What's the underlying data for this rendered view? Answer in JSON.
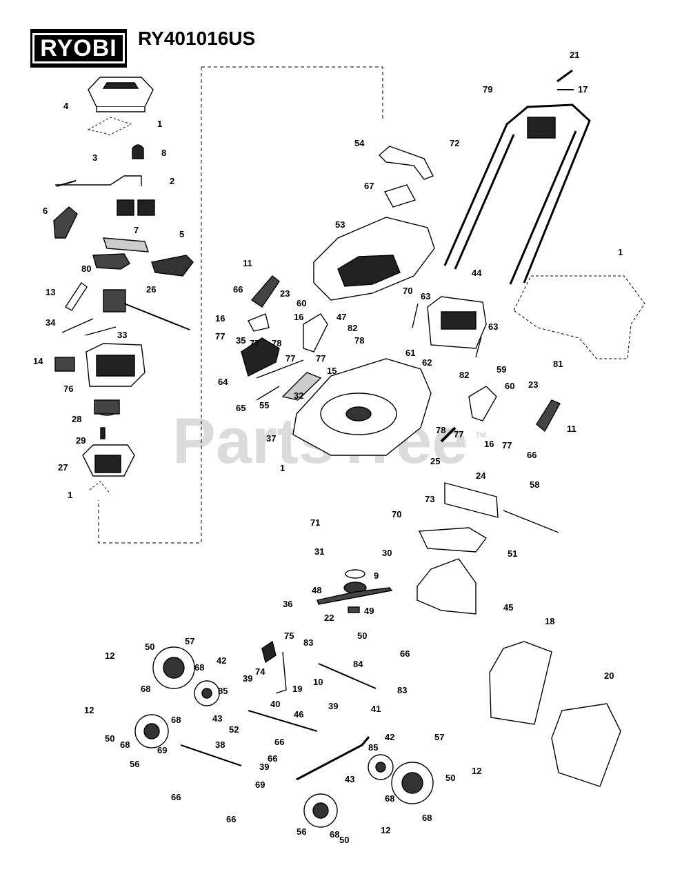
{
  "brand": "RYOBI",
  "model": "RY401016US",
  "watermark": "PartsTree",
  "watermark_mark": "TM",
  "callouts": [
    {
      "id": "c21",
      "label": "21"
    },
    {
      "id": "c17",
      "label": "17"
    },
    {
      "id": "c79",
      "label": "79"
    },
    {
      "id": "c4",
      "label": "4"
    },
    {
      "id": "c1a",
      "label": "1"
    },
    {
      "id": "c8",
      "label": "8"
    },
    {
      "id": "c3",
      "label": "3"
    },
    {
      "id": "c2",
      "label": "2"
    },
    {
      "id": "c54",
      "label": "54"
    },
    {
      "id": "c72",
      "label": "72"
    },
    {
      "id": "c67",
      "label": "67"
    },
    {
      "id": "c6",
      "label": "6"
    },
    {
      "id": "c7",
      "label": "7"
    },
    {
      "id": "c5",
      "label": "5"
    },
    {
      "id": "c80",
      "label": "80"
    },
    {
      "id": "c53",
      "label": "53"
    },
    {
      "id": "c11a",
      "label": "11"
    },
    {
      "id": "c66a",
      "label": "66"
    },
    {
      "id": "c23a",
      "label": "23"
    },
    {
      "id": "c60a",
      "label": "60"
    },
    {
      "id": "c70a",
      "label": "70"
    },
    {
      "id": "c63a",
      "label": "63"
    },
    {
      "id": "c44",
      "label": "44"
    },
    {
      "id": "c1b",
      "label": "1"
    },
    {
      "id": "c13",
      "label": "13"
    },
    {
      "id": "c26",
      "label": "26"
    },
    {
      "id": "c16a",
      "label": "16"
    },
    {
      "id": "c16b",
      "label": "16"
    },
    {
      "id": "c47",
      "label": "47"
    },
    {
      "id": "c82a",
      "label": "82"
    },
    {
      "id": "c77a",
      "label": "77"
    },
    {
      "id": "c35",
      "label": "35"
    },
    {
      "id": "c77b",
      "label": "77"
    },
    {
      "id": "c78a",
      "label": "78"
    },
    {
      "id": "c78b",
      "label": "78"
    },
    {
      "id": "c34",
      "label": "34"
    },
    {
      "id": "c33",
      "label": "33"
    },
    {
      "id": "c77c",
      "label": "77"
    },
    {
      "id": "c77d",
      "label": "77"
    },
    {
      "id": "c61",
      "label": "61"
    },
    {
      "id": "c62",
      "label": "62"
    },
    {
      "id": "c63b",
      "label": "63"
    },
    {
      "id": "c81",
      "label": "81"
    },
    {
      "id": "c14",
      "label": "14"
    },
    {
      "id": "c64",
      "label": "64"
    },
    {
      "id": "c15",
      "label": "15"
    },
    {
      "id": "c76",
      "label": "76"
    },
    {
      "id": "c82b",
      "label": "82"
    },
    {
      "id": "c59",
      "label": "59"
    },
    {
      "id": "c60b",
      "label": "60"
    },
    {
      "id": "c23b",
      "label": "23"
    },
    {
      "id": "c32",
      "label": "32"
    },
    {
      "id": "c65",
      "label": "65"
    },
    {
      "id": "c55",
      "label": "55"
    },
    {
      "id": "c28",
      "label": "28"
    },
    {
      "id": "c11b",
      "label": "11"
    },
    {
      "id": "c78c",
      "label": "78"
    },
    {
      "id": "c77e",
      "label": "77"
    },
    {
      "id": "c29",
      "label": "29"
    },
    {
      "id": "c37",
      "label": "37"
    },
    {
      "id": "c16c",
      "label": "16"
    },
    {
      "id": "c77f",
      "label": "77"
    },
    {
      "id": "c66b",
      "label": "66"
    },
    {
      "id": "c25",
      "label": "25"
    },
    {
      "id": "c27",
      "label": "27"
    },
    {
      "id": "c1c",
      "label": "1"
    },
    {
      "id": "c24",
      "label": "24"
    },
    {
      "id": "c1d",
      "label": "1"
    },
    {
      "id": "c58",
      "label": "58"
    },
    {
      "id": "c73",
      "label": "73"
    },
    {
      "id": "c71",
      "label": "71"
    },
    {
      "id": "c70b",
      "label": "70"
    },
    {
      "id": "c51",
      "label": "51"
    },
    {
      "id": "c31",
      "label": "31"
    },
    {
      "id": "c30",
      "label": "30"
    },
    {
      "id": "c9",
      "label": "9"
    },
    {
      "id": "c48",
      "label": "48"
    },
    {
      "id": "c36",
      "label": "36"
    },
    {
      "id": "c49",
      "label": "49"
    },
    {
      "id": "c45",
      "label": "45"
    },
    {
      "id": "c22",
      "label": "22"
    },
    {
      "id": "c50a",
      "label": "50"
    },
    {
      "id": "c66c",
      "label": "66"
    },
    {
      "id": "c18",
      "label": "18"
    },
    {
      "id": "c75",
      "label": "75"
    },
    {
      "id": "c83a",
      "label": "83"
    },
    {
      "id": "c57a",
      "label": "57"
    },
    {
      "id": "c12a",
      "label": "12"
    },
    {
      "id": "c50b",
      "label": "50"
    },
    {
      "id": "c74",
      "label": "74"
    },
    {
      "id": "c42a",
      "label": "42"
    },
    {
      "id": "c68a",
      "label": "68"
    },
    {
      "id": "c10",
      "label": "10"
    },
    {
      "id": "c84",
      "label": "84"
    },
    {
      "id": "c20",
      "label": "20"
    },
    {
      "id": "c39a",
      "label": "39"
    },
    {
      "id": "c68b",
      "label": "68"
    },
    {
      "id": "c85a",
      "label": "85"
    },
    {
      "id": "c19",
      "label": "19"
    },
    {
      "id": "c83b",
      "label": "83"
    },
    {
      "id": "c40",
      "label": "40"
    },
    {
      "id": "c39b",
      "label": "39"
    },
    {
      "id": "c41",
      "label": "41"
    },
    {
      "id": "c12b",
      "label": "12"
    },
    {
      "id": "c43a",
      "label": "43"
    },
    {
      "id": "c46",
      "label": "46"
    },
    {
      "id": "c68c",
      "label": "68"
    },
    {
      "id": "c52",
      "label": "52"
    },
    {
      "id": "c50c",
      "label": "50"
    },
    {
      "id": "c68d",
      "label": "68"
    },
    {
      "id": "c66d",
      "label": "66"
    },
    {
      "id": "c56a",
      "label": "56"
    },
    {
      "id": "c69a",
      "label": "69"
    },
    {
      "id": "c38",
      "label": "38"
    },
    {
      "id": "c66e",
      "label": "66"
    },
    {
      "id": "c39c",
      "label": "39"
    },
    {
      "id": "c42b",
      "label": "42"
    },
    {
      "id": "c85b",
      "label": "85"
    },
    {
      "id": "c57b",
      "label": "57"
    },
    {
      "id": "c66f",
      "label": "66"
    },
    {
      "id": "c69b",
      "label": "69"
    },
    {
      "id": "c43b",
      "label": "43"
    },
    {
      "id": "c12c",
      "label": "12"
    },
    {
      "id": "c50d",
      "label": "50"
    },
    {
      "id": "c66g",
      "label": "66"
    },
    {
      "id": "c68e",
      "label": "68"
    },
    {
      "id": "c68f",
      "label": "68"
    },
    {
      "id": "c56b",
      "label": "56"
    },
    {
      "id": "c68g",
      "label": "68"
    },
    {
      "id": "c50e",
      "label": "50"
    },
    {
      "id": "c12d",
      "label": "12"
    }
  ]
}
